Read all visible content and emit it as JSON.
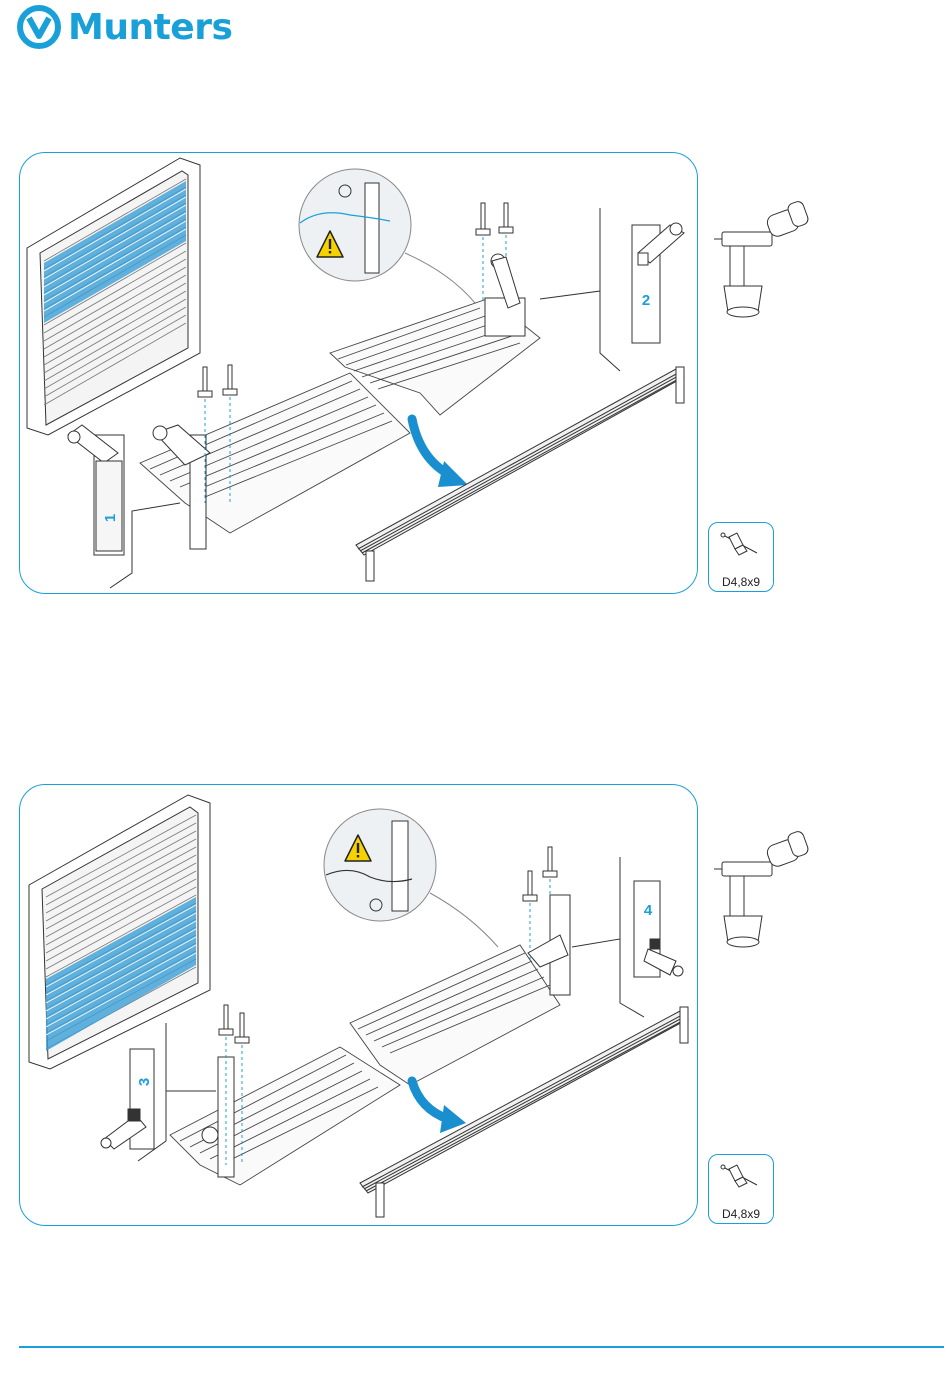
{
  "brand": {
    "name": "Munters",
    "color": "#1aa0d8"
  },
  "steps": [
    {
      "id": "panel-1",
      "callout_numbers": [
        "1",
        "2"
      ],
      "warning_icon": "warning-triangle-icon",
      "tool_icon": "rivet-gun-icon",
      "rivet_label": "D4,8x9"
    },
    {
      "id": "panel-2",
      "callout_numbers": [
        "3",
        "4"
      ],
      "warning_icon": "warning-triangle-icon",
      "tool_icon": "rivet-gun-icon",
      "rivet_label": "D4,8x9"
    }
  ]
}
